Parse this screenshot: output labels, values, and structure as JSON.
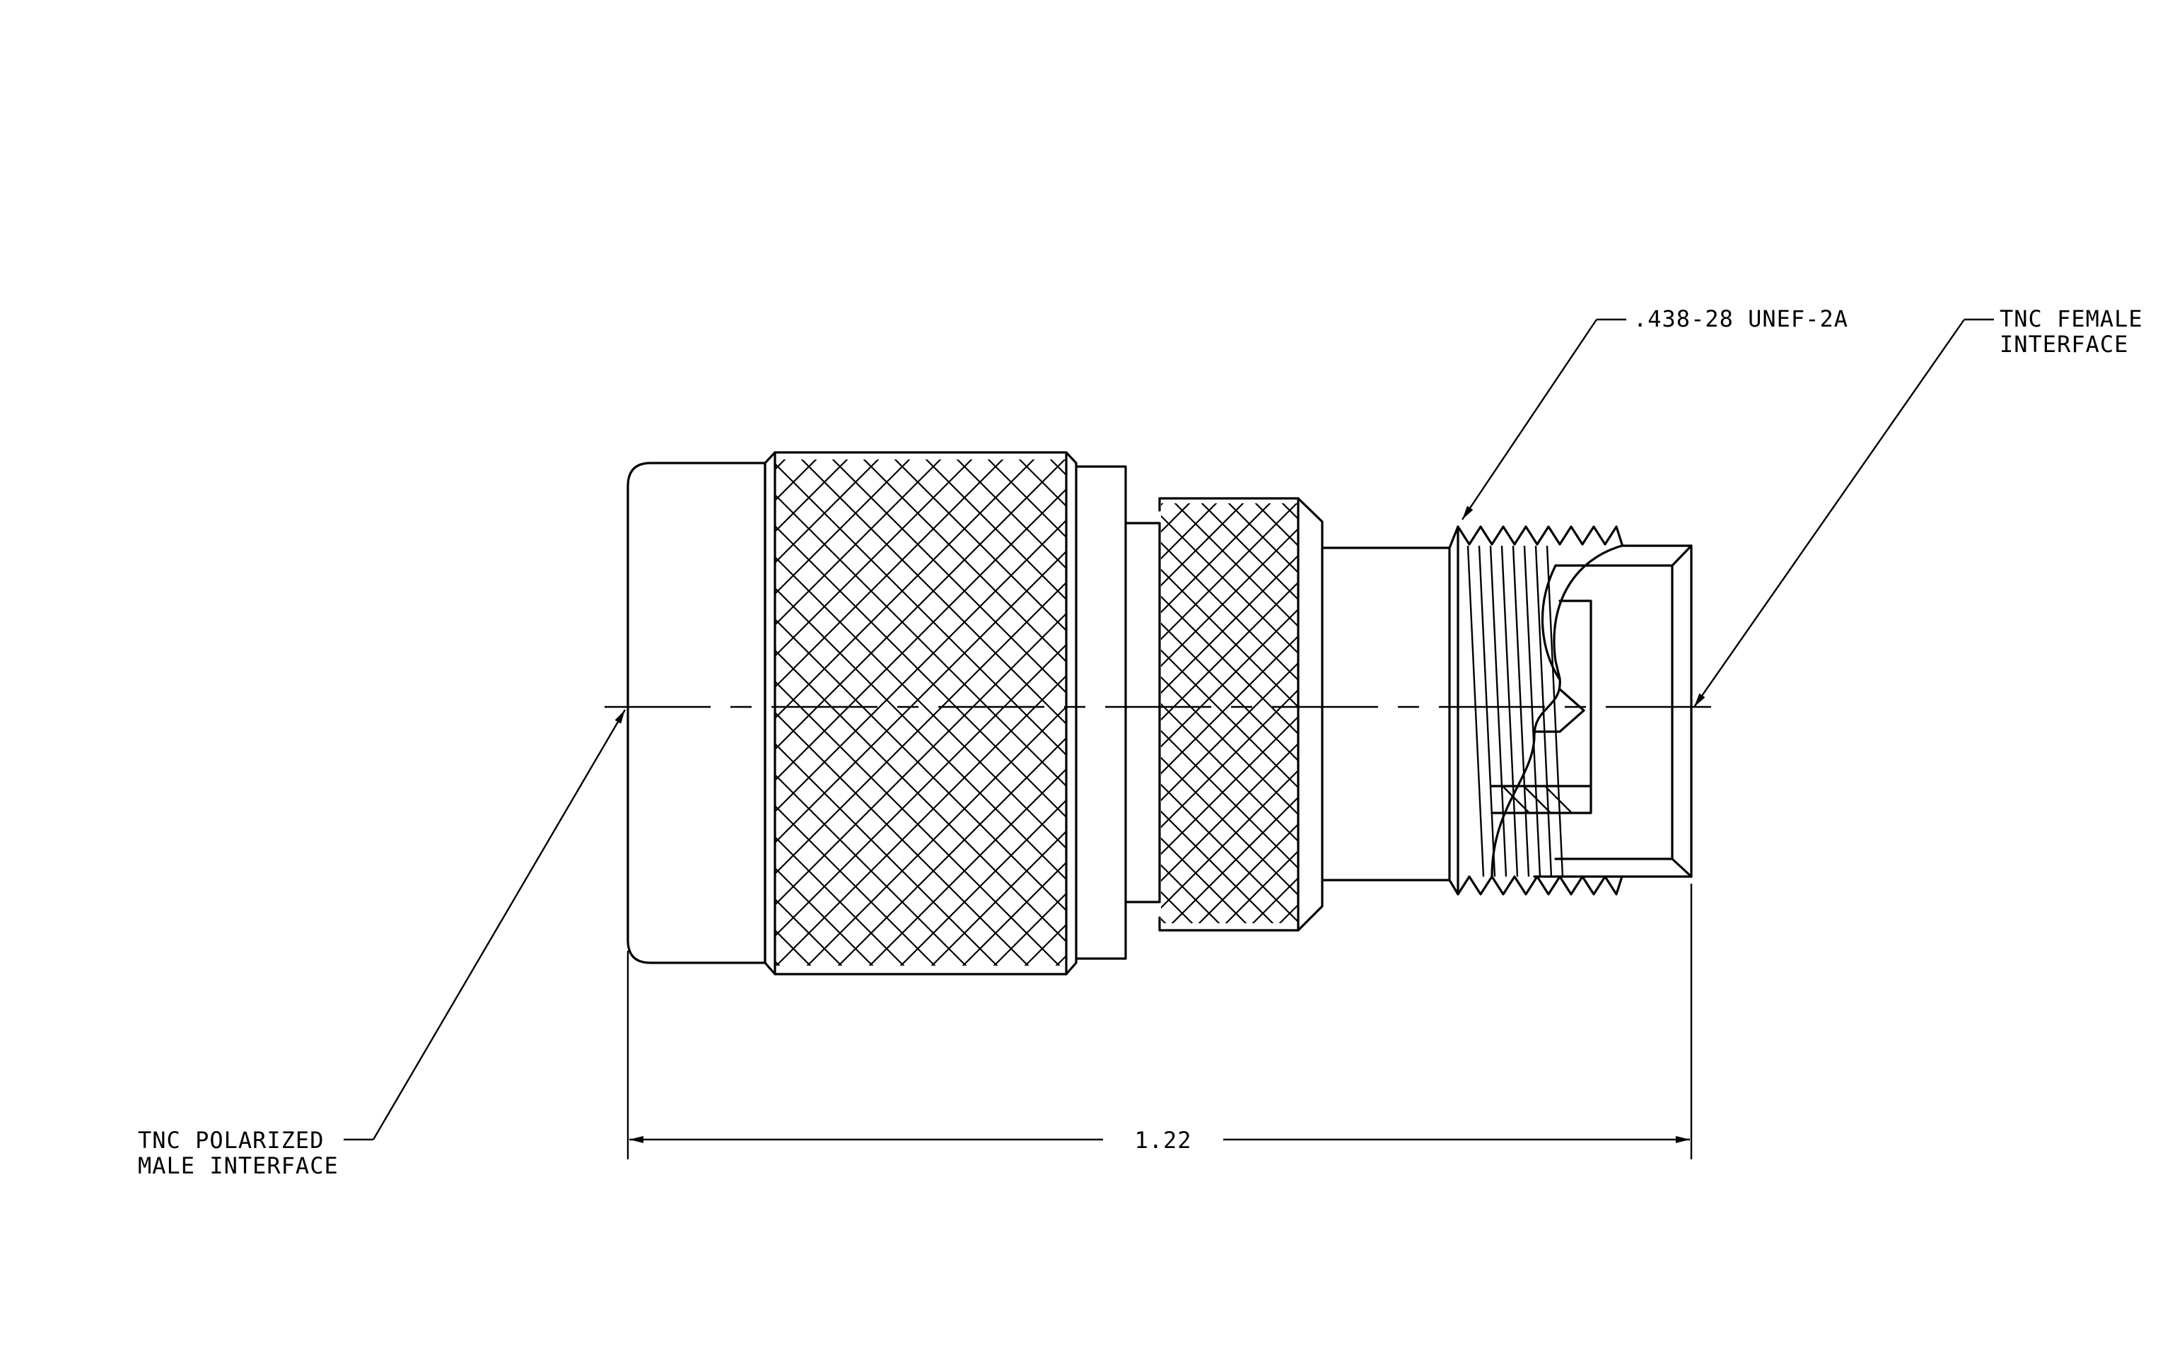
{
  "drawing": {
    "labels": {
      "thread_spec": ".438-28 UNEF-2A",
      "female_line1": "TNC FEMALE",
      "female_line2": "INTERFACE",
      "male_line1": "TNC POLARIZED",
      "male_line2": "MALE INTERFACE",
      "overall_length": "1.22"
    },
    "colors": {
      "ink": "#000000",
      "paper": "#ffffff"
    }
  }
}
